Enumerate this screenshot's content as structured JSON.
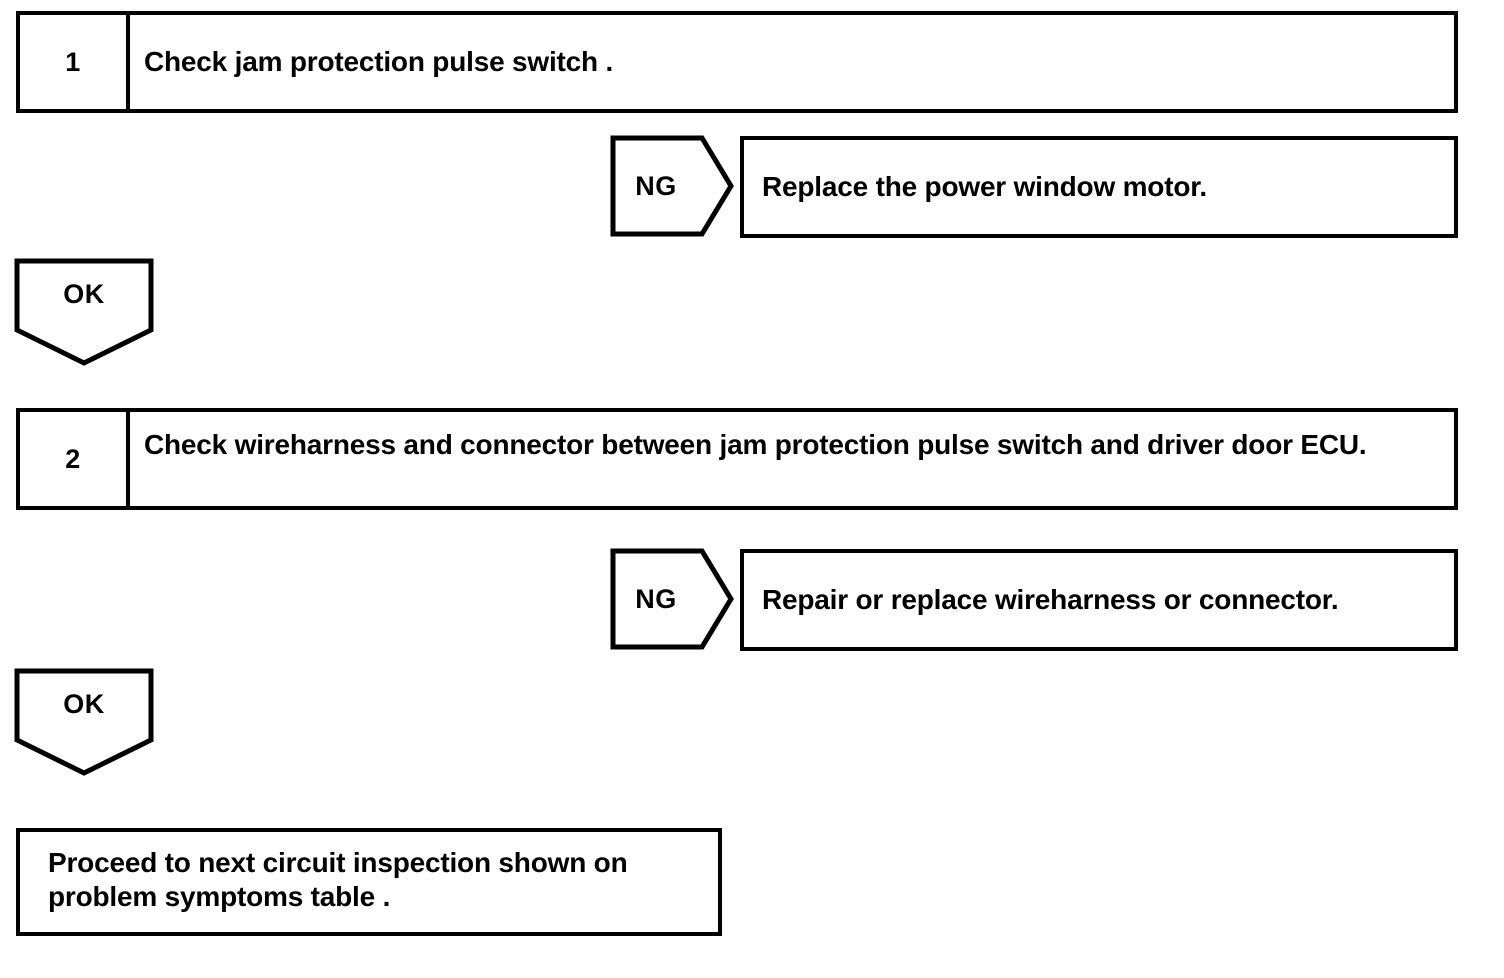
{
  "diagram": {
    "type": "troubleshooting-flowchart",
    "colors": {
      "line": "#000000",
      "background": "#ffffff",
      "text": "#000000"
    },
    "steps": [
      {
        "number": "1",
        "text": "Check jam protection pulse switch ."
      },
      {
        "number": "2",
        "text": "Check wireharness and connector between jam protection pulse switch and driver door ECU."
      }
    ],
    "branches": [
      {
        "label": "NG",
        "result": "Replace the power window motor."
      },
      {
        "label": "NG",
        "result": "Repair or replace wireharness or connector."
      }
    ],
    "connectors": [
      {
        "label": "OK"
      },
      {
        "label": "OK"
      }
    ],
    "final": {
      "text": "Proceed to next circuit inspection shown on problem symptoms table ."
    }
  }
}
